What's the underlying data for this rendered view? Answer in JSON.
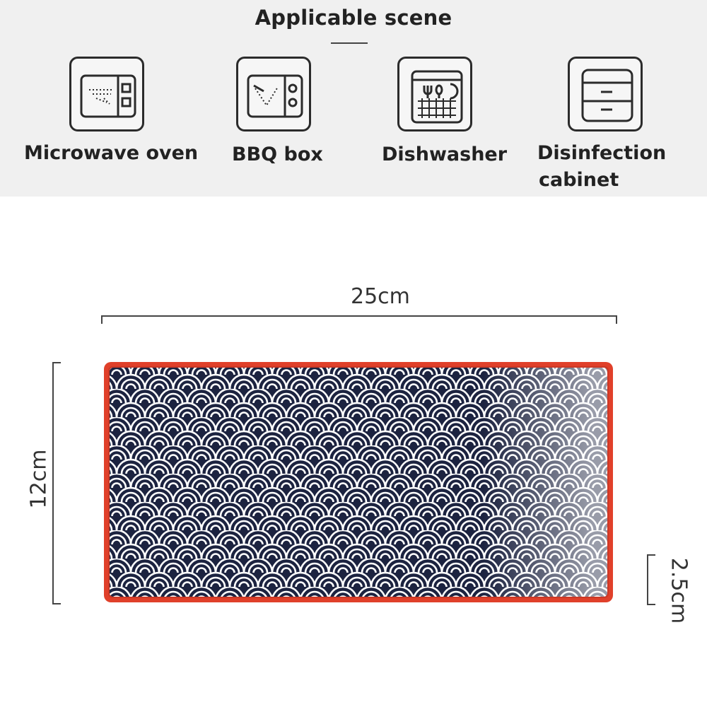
{
  "header": {
    "title": "Applicable scene"
  },
  "scenes": [
    {
      "label": "Microwave oven",
      "icon": "microwave-icon"
    },
    {
      "label": "BBQ box",
      "icon": "bbq-box-icon"
    },
    {
      "label": "Dishwasher",
      "icon": "dishwasher-icon"
    },
    {
      "label_line1": "Disinfection",
      "label_line2": "cabinet",
      "icon": "disinfection-cabinet-icon"
    }
  ],
  "dimensions": {
    "length": "25cm",
    "width": "12cm",
    "height": "2.5cm"
  },
  "colors": {
    "band": "#f0f0f0",
    "plate_rim": "#e0402a",
    "pattern_dark": "#1c2340",
    "pattern_light": "#ffffff"
  }
}
